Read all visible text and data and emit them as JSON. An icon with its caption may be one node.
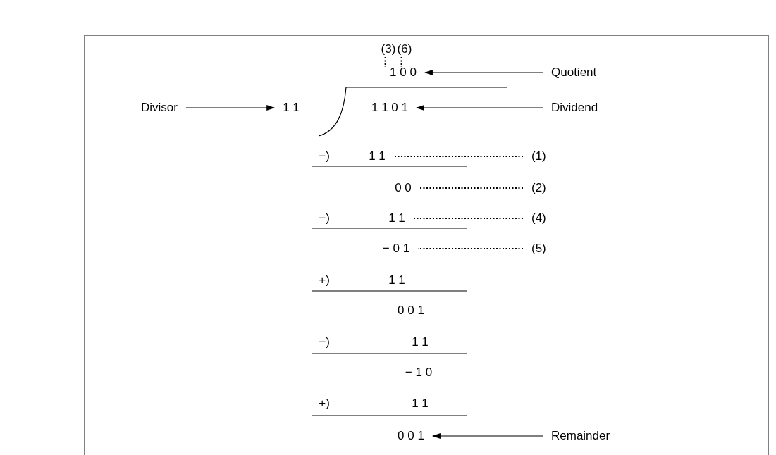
{
  "diagram": {
    "nodes": [
      {
        "text": [
          "(3)"
        ]
      },
      {
        "text": [
          "(6)"
        ]
      },
      {
        "text": [
          "1 0 0"
        ]
      },
      {
        "text": [
          "Quotient"
        ]
      },
      {
        "text": [
          "Divisor"
        ]
      },
      {
        "text": [
          "1 1"
        ]
      },
      {
        "text": [
          "1 1 0 1"
        ]
      },
      {
        "text": [
          "Dividend"
        ]
      },
      {
        "text": [
          "1 1"
        ]
      },
      {
        "text": [
          "(1)"
        ]
      },
      {
        "text": [
          "0 0"
        ]
      },
      {
        "text": [
          "(2)"
        ]
      },
      {
        "text": [
          "1 1"
        ]
      },
      {
        "text": [
          "(4)"
        ]
      },
      {
        "text": [
          "− 0 1"
        ]
      },
      {
        "text": [
          "(5)"
        ]
      },
      {
        "text": [
          "0 0 1"
        ]
      },
      {
        "text": [
          "Remainder"
        ]
      }
    ],
    "edges": [
      {
        "from": 0,
        "to": 2,
        "arrow": "none",
        "style": "dashed"
      },
      {
        "from": 1,
        "to": 2,
        "arrow": "none",
        "style": "dashed"
      },
      {
        "from": 3,
        "to": 2,
        "arrow": "to"
      },
      {
        "from": 4,
        "to": 5,
        "arrow": "to"
      },
      {
        "from": 7,
        "to": 6,
        "arrow": "to"
      },
      {
        "from": 9,
        "to": 8,
        "arrow": "none",
        "style": "dashed"
      },
      {
        "from": 11,
        "to": 10,
        "arrow": "none",
        "style": "dashed"
      },
      {
        "from": 13,
        "to": 12,
        "arrow": "none",
        "style": "dashed"
      },
      {
        "from": 15,
        "to": 14,
        "arrow": "none",
        "style": "dashed"
      },
      {
        "from": 17,
        "to": 16,
        "arrow": "to"
      }
    ],
    "labels": [
      "−)",
      "−)",
      "+)",
      "1 1",
      "0 0 1",
      "−)",
      "1 1",
      "− 1 0",
      "+)",
      "1 1"
    ]
  }
}
